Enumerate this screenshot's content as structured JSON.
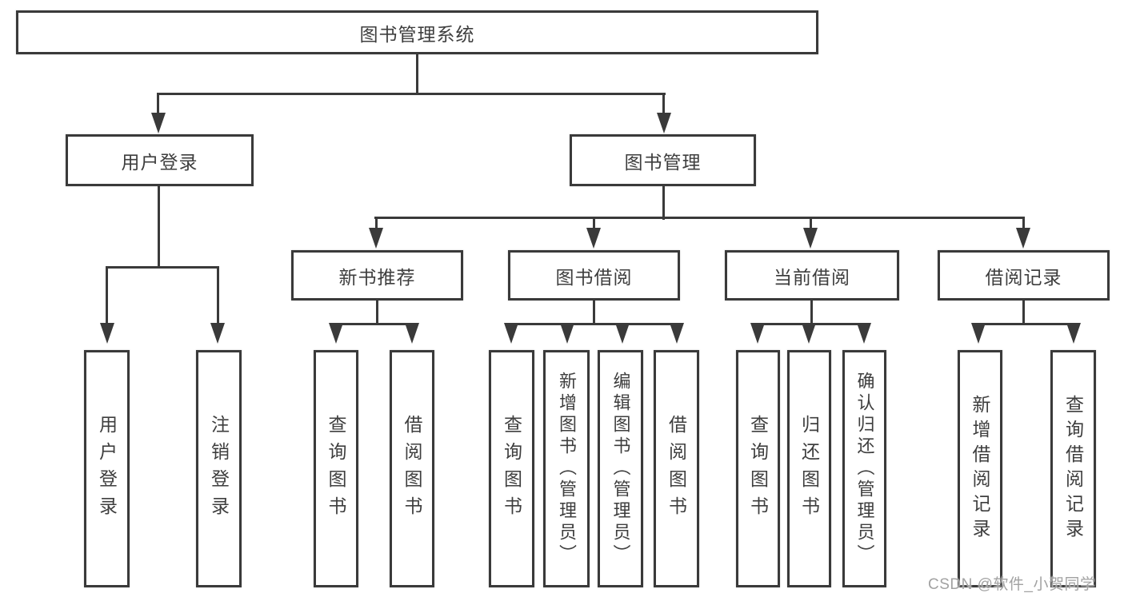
{
  "diagram": {
    "title": "图书管理系统",
    "level2": [
      {
        "label": "用户登录"
      },
      {
        "label": "图书管理"
      }
    ],
    "level3": [
      {
        "label": "新书推荐"
      },
      {
        "label": "图书借阅"
      },
      {
        "label": "当前借阅"
      },
      {
        "label": "借阅记录"
      }
    ],
    "leaves": [
      {
        "label": "用户登录"
      },
      {
        "label": "注销登录"
      },
      {
        "label": "查询图书"
      },
      {
        "label": "借阅图书"
      },
      {
        "label": "查询图书"
      },
      {
        "label": "新增图书（管理员）"
      },
      {
        "label": "编辑图书（管理员）"
      },
      {
        "label": "借阅图书"
      },
      {
        "label": "查询图书"
      },
      {
        "label": "归还图书"
      },
      {
        "label": "确认归还（管理员）"
      },
      {
        "label": "新增借阅记录"
      },
      {
        "label": "查询借阅记录"
      }
    ]
  },
  "watermark": "CSDN @软件_小贺同学",
  "colors": {
    "line": "#3a3a3a",
    "text": "#3e3e3e",
    "watermark": "#a2a2a2",
    "background": "#ffffff"
  }
}
